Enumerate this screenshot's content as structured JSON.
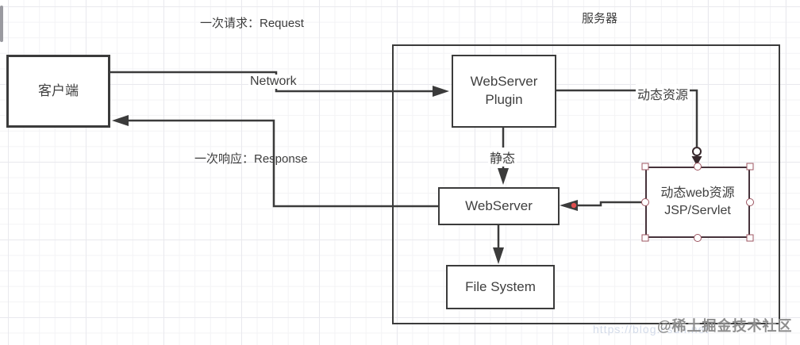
{
  "labels": {
    "request": "一次请求：Request",
    "response": "一次响应：Response",
    "network": "Network",
    "server": "服务器",
    "dynamic_edge": "动态资源",
    "static_edge": "静态"
  },
  "nodes": {
    "client": {
      "label": "客户端"
    },
    "webserver_plugin": {
      "line1": "WebServer",
      "line2": "Plugin"
    },
    "webserver": {
      "label": "WebServer"
    },
    "file_system": {
      "label": "File System"
    },
    "dynamic_web_resource": {
      "line1": "动态web资源",
      "line2": "JSP/Servlet",
      "selected": true
    }
  },
  "edges": [
    {
      "from": "client",
      "to": "webserver_plugin",
      "label": "Network",
      "annotation": "一次请求：Request"
    },
    {
      "from": "webserver",
      "to": "client",
      "annotation": "一次响应：Response"
    },
    {
      "from": "webserver_plugin",
      "to": "dynamic_web_resource",
      "label": "动态资源"
    },
    {
      "from": "webserver_plugin",
      "to": "webserver",
      "label": "静态"
    },
    {
      "from": "webserver",
      "to": "file_system"
    },
    {
      "from": "dynamic_web_resource",
      "to": "webserver"
    }
  ],
  "watermark": {
    "text": "@稀土掘金技术社区",
    "url": "https://blog.csdn.net"
  },
  "colors": {
    "line": "#3b3b3b",
    "text": "#3f3f3f",
    "selected_border": "#46333b",
    "selection_handle": "#9c5460",
    "red_endpoint": "#e04f4f",
    "grid_minor": "#f3f3f5",
    "grid_major": "#e9e9ee"
  }
}
